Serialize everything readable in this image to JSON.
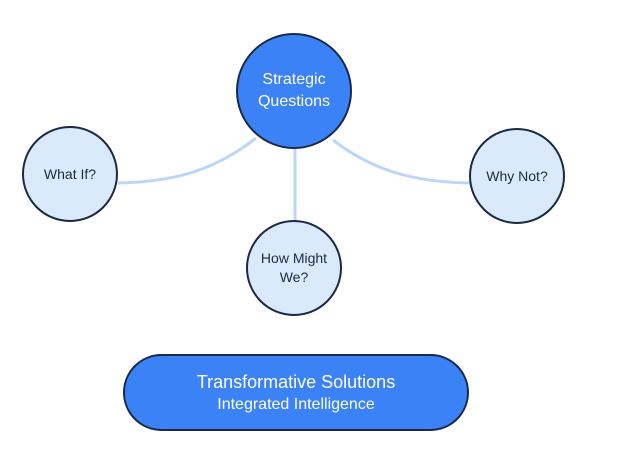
{
  "diagram": {
    "center_node": {
      "label": "Strategic\nQuestions"
    },
    "branches": [
      {
        "label": "What If?"
      },
      {
        "label": "How Might\nWe?"
      },
      {
        "label": "Why Not?"
      }
    ],
    "result": {
      "title": "Transformative Solutions",
      "subtitle": "Integrated Intelligence"
    },
    "colors": {
      "primary_fill": "#3b82f6",
      "secondary_fill": "#dbe9fc",
      "connector": "#bcd6f7",
      "outline": "#1a2a44"
    }
  }
}
